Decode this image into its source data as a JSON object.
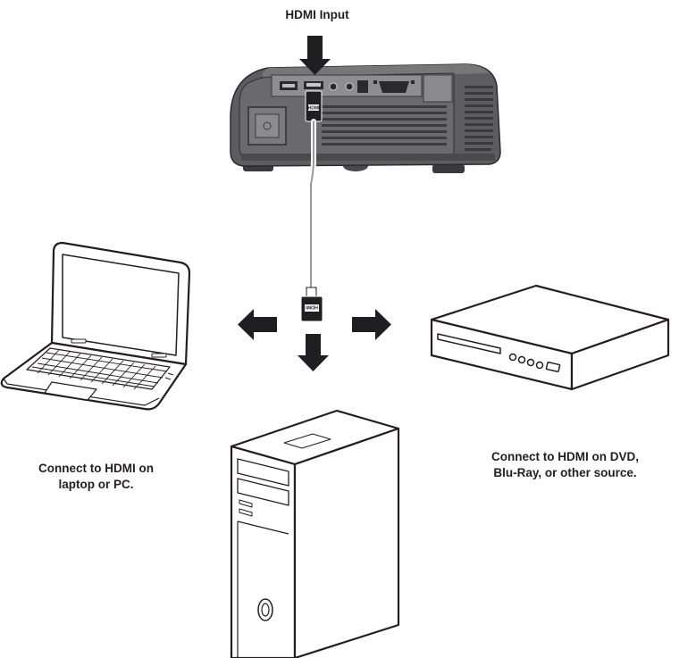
{
  "title": "HDMI Input",
  "captions": {
    "laptop": [
      "Connect to HDMI on",
      "laptop or PC."
    ],
    "dvd": [
      "Connect to HDMI on DVD,",
      "Blu-Ray, or other source."
    ]
  },
  "connector_label": "HDMI",
  "colors": {
    "ink": "#231f20",
    "projector_body": "#5d5d5f",
    "projector_dark": "#3a3a3c",
    "panel": "#8e8e90",
    "background": "#ffffff"
  },
  "icons": [
    "projector-icon",
    "hdmi-cable-icon",
    "laptop-icon",
    "desktop-tower-icon",
    "dvd-player-icon",
    "arrow-down-icon",
    "arrow-left-icon",
    "arrow-right-icon"
  ]
}
